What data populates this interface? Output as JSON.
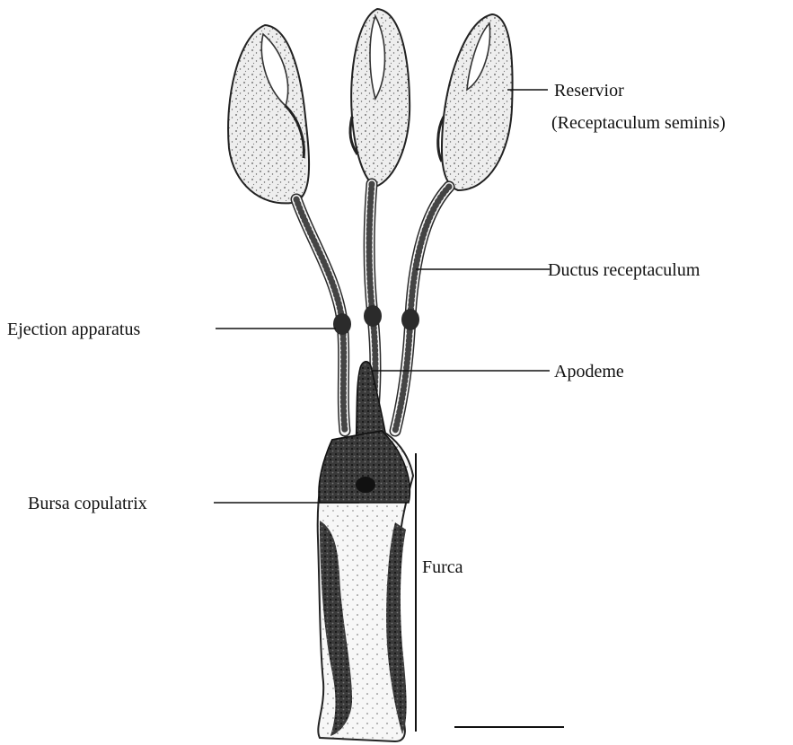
{
  "labels": {
    "reservoir": "Reservior",
    "reservoir_alt": "(Receptaculum seminis)",
    "ductus": "Ductus receptaculum",
    "ejection": "Ejection apparatus",
    "apodeme": "Apodeme",
    "bursa": "Bursa copulatrix",
    "furca": "Furca"
  },
  "colors": {
    "ink": "#111111",
    "stipple": "#555555",
    "dark_region": "#2b2b2b",
    "background": "#ffffff"
  }
}
